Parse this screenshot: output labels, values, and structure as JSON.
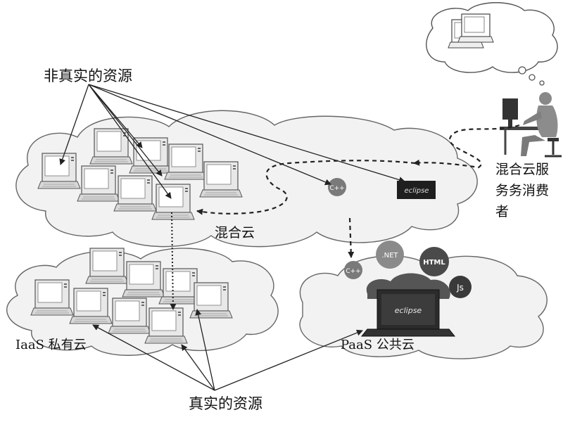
{
  "labels": {
    "virtual_resources": "非真实的资源",
    "real_resources": "真实的资源",
    "hybrid_cloud": "混合云",
    "iaas_private": "IaaS 私有云",
    "paas_public": "PaaS 公共云",
    "hybrid_consumer": "混合云服务务消费者"
  },
  "badges": {
    "cpp": "C++",
    "dotnet": ".NET",
    "html": "HTML",
    "js": "Js",
    "eclipse": "eclipse"
  },
  "colors": {
    "cloud_fill": "#f1f1f1",
    "cloud_stroke": "#6a6a6a",
    "monitor_fill": "#e6e6e6",
    "badge_dark": "#3a3a3a",
    "arrow": "#222222"
  }
}
